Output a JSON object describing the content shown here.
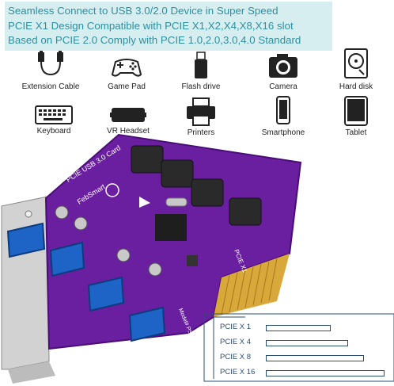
{
  "headline": {
    "line1": "Seamless Connect to USB 3.0/2.0 Device in Super Speed",
    "line2": "PCIE X1 Design Compatible with PCIE X1,X2,X4,X8,X16 slot",
    "line3": "Based on PCIE 2.0 Comply with PCIE 1.0,2.0,3.0,4.0 Standard"
  },
  "devices": {
    "row1": [
      "Extension Cable",
      "Game Pad",
      "Flash drive",
      "Camera",
      "Hard disk"
    ],
    "row2": [
      "Keyboard",
      "VR Headset",
      "Printers",
      "Smartphone",
      "Tablet"
    ]
  },
  "board": {
    "silkscreen_top": "PCIE USB 3.0 Card",
    "brand": "FebSmart",
    "edge_label": "PCIE X1",
    "model": "Model# PS4C",
    "accent_color": "#6a1fa0",
    "bracket_color": "#c9c9c9"
  },
  "slots": [
    "PCIE X 1",
    "PCIE X 4",
    "PCIE X 8",
    "PCIE X 16"
  ],
  "colors": {
    "headline_bg": "#d7eef1",
    "headline_text": "#2f8f9e",
    "slot_text": "#2a4d74",
    "usb_blue": "#1e63c6"
  }
}
